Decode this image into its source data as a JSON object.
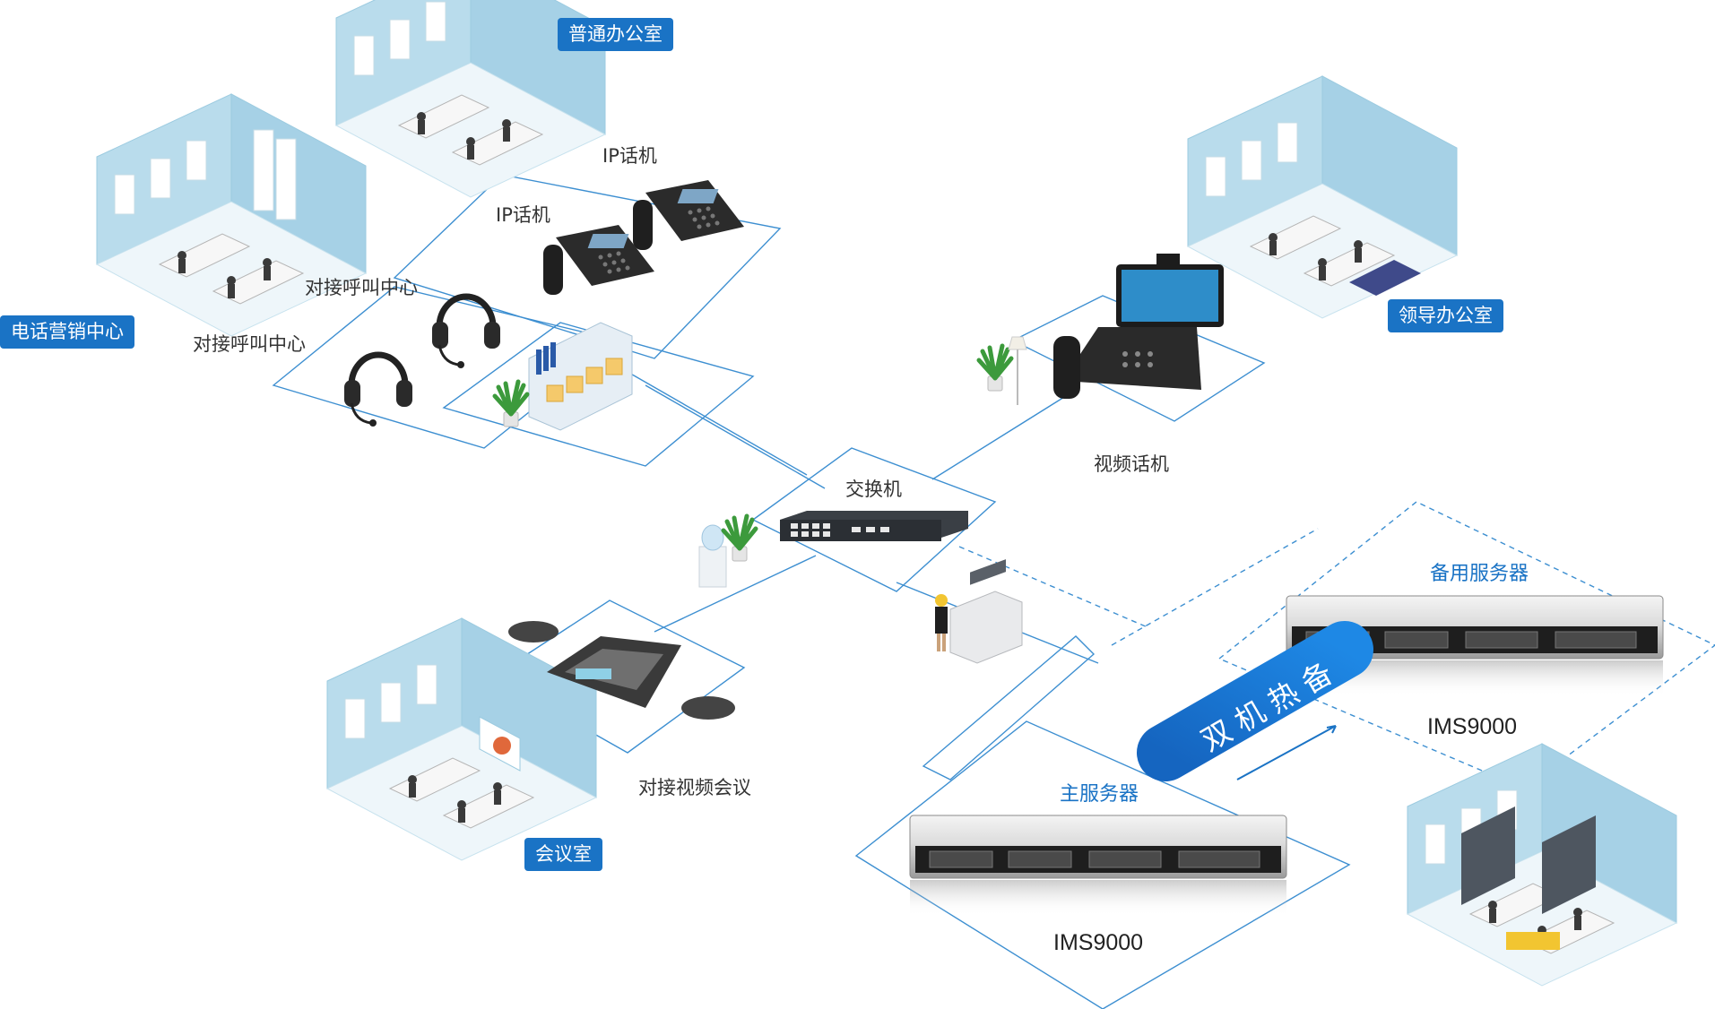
{
  "zones": {
    "ordinary_office": "普通办公室",
    "telemarketing_center": "电话营销中心",
    "leader_office": "领导办公室",
    "meeting_room": "会议室"
  },
  "labels": {
    "ip_phone_1": "IP话机",
    "ip_phone_2": "IP话机",
    "call_center_1": "对接呼叫中心",
    "call_center_2": "对接呼叫中心",
    "video_phone": "视频话机",
    "switch": "交换机",
    "video_conference": "对接视频会议",
    "main_server": "主服务器",
    "backup_server": "备用服务器",
    "main_server_model": "IMS9000",
    "backup_server_model": "IMS9000",
    "hot_standby": "双机热备"
  },
  "colors": {
    "accent": "#1a73c5",
    "line": "#3d8fd1",
    "wall": "#b9dcec",
    "floor": "#eef6fa"
  },
  "icons": [
    "office-room-icon",
    "call-center-room-icon",
    "leader-room-icon",
    "meeting-room-icon",
    "server-room-icon",
    "ip-phone-icon",
    "headset-icon",
    "file-cabinet-icon",
    "video-phone-icon",
    "network-switch-icon",
    "conference-phone-icon",
    "rack-server-icon",
    "printer-icon",
    "water-dispenser-icon",
    "plant-icon"
  ]
}
